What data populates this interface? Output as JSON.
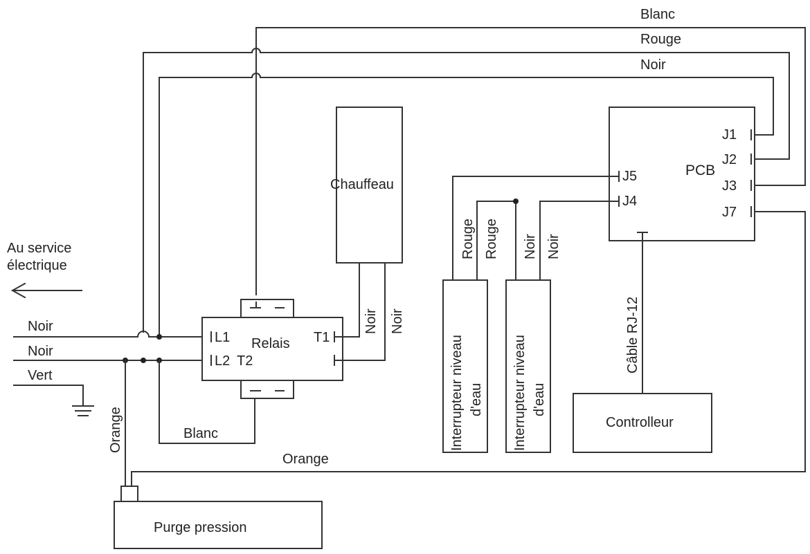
{
  "labels": {
    "service": [
      "Au service",
      "électrique"
    ],
    "left_wire_noir_1": "Noir",
    "left_wire_noir_2": "Noir",
    "left_wire_vert": "Vert",
    "top_wire_blanc": "Blanc",
    "top_wire_rouge": "Rouge",
    "top_wire_noir": "Noir",
    "relay_title": "Relais",
    "relay_l1": "L1",
    "relay_l2": "L2",
    "relay_t1": "T1",
    "relay_t2": "T2",
    "relay_blanc": "Blanc",
    "heater_title": "Chauffeau",
    "heater_wire_1": "Noir",
    "heater_wire_2": "Noir",
    "pcb_title": "PCB",
    "pcb_j1": "J1",
    "pcb_j2": "J2",
    "pcb_j3": "J3",
    "pcb_j4": "J4",
    "pcb_j5": "J5",
    "pcb_j7": "J7",
    "switch_wire_rouge_1": "Rouge",
    "switch_wire_rouge_2": "Rouge",
    "switch_wire_noir_1": "Noir",
    "switch_wire_noir_2": "Noir",
    "switch1_line1": "Interrupteur niveau",
    "switch1_line2": "d'eau",
    "switch2_line1": "Interrupteur niveau",
    "switch2_line2": "d'eau",
    "cable": "Câble RJ-12",
    "controller": "Controlleur",
    "orange_vertical": "Orange",
    "orange_horizontal": "Orange",
    "purge": "Purge pression"
  }
}
